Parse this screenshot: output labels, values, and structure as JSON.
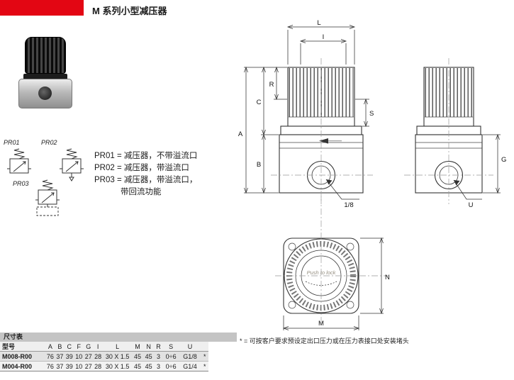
{
  "header": {
    "title": "M 系列小型减压器"
  },
  "symbols": {
    "pr01": "PR01",
    "pr02": "PR02",
    "pr03": "PR03",
    "desc1": "PR01 = 减压器，不带溢流口",
    "desc2": "PR02 = 减压器，带溢流口",
    "desc3": "PR03 = 减压器，带溢流口，",
    "desc4": "带回流功能"
  },
  "drawing": {
    "dims": {
      "L": "L",
      "I": "I",
      "A": "A",
      "B": "B",
      "C": "C",
      "R": "R",
      "S": "S",
      "G": "G",
      "M": "M",
      "N": "N",
      "U": "U",
      "port": "1/8"
    },
    "knob_text": "Push to lock"
  },
  "table": {
    "caption": "尺寸表",
    "model_header": "型号",
    "columns": [
      "A",
      "B",
      "C",
      "F",
      "G",
      "I",
      "L",
      "M",
      "N",
      "R",
      "S",
      "U"
    ],
    "rows": [
      {
        "model": "M008-R00",
        "values": [
          "76",
          "37",
          "39",
          "10",
          "27",
          "28",
          "30 X 1.5",
          "45",
          "45",
          "3",
          "0÷6",
          "G1/8"
        ],
        "note_mark": "*"
      },
      {
        "model": "M004-R00",
        "values": [
          "76",
          "37",
          "39",
          "10",
          "27",
          "28",
          "30 X 1.5",
          "45",
          "45",
          "3",
          "0÷6",
          "G1/4"
        ],
        "note_mark": "*"
      }
    ]
  },
  "footnote": "* = 可按客户要求预设定出口压力或在压力表接口处安装堵头"
}
